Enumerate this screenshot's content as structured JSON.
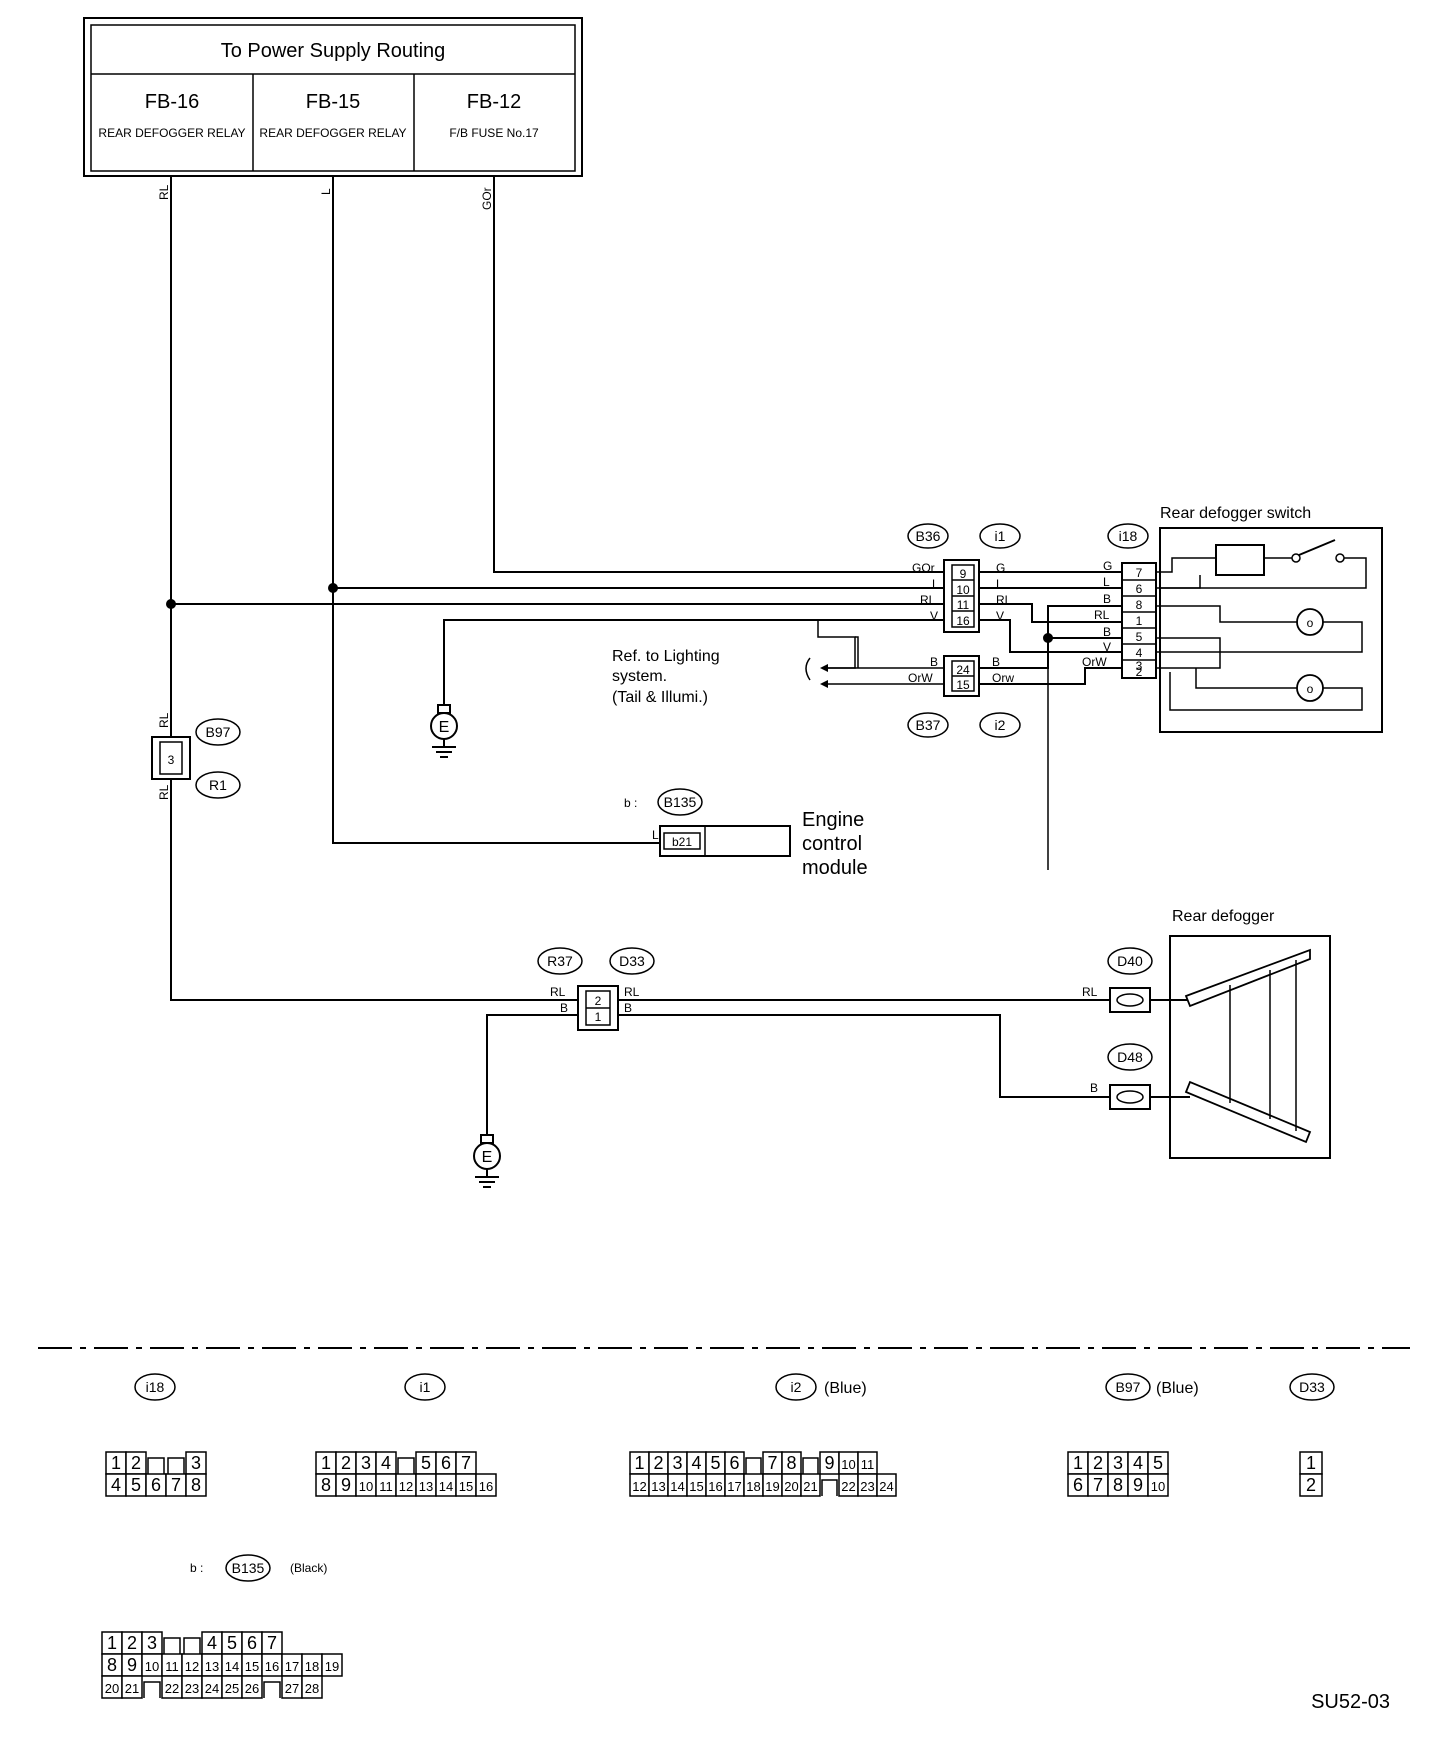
{
  "power_supply": {
    "title": "To Power Supply Routing",
    "cells": [
      {
        "code": "FB-16",
        "desc": "REAR DEFOGGER RELAY"
      },
      {
        "code": "FB-15",
        "desc": "REAR DEFOGGER RELAY"
      },
      {
        "code": "FB-12",
        "desc": "F/B FUSE No.17"
      }
    ]
  },
  "wires": {
    "rl": "RL",
    "l": "L",
    "gor": "GOr",
    "g": "G",
    "b": "B",
    "v": "V",
    "orw": "OrW",
    "orw_lower": "Orw"
  },
  "connectors": {
    "b36": "B36",
    "i1": "i1",
    "i18": "i18",
    "b37": "B37",
    "i2": "i2",
    "b97": "B97",
    "r1": "R1",
    "b135": "B135",
    "r37": "R37",
    "d33": "D33",
    "d40": "D40",
    "d48": "D48"
  },
  "pins": {
    "b36": [
      "9",
      "10",
      "11",
      "16"
    ],
    "b37": [
      "24",
      "15"
    ],
    "i18": [
      "7",
      "6",
      "8",
      "1",
      "5",
      "4",
      "3",
      "2"
    ],
    "b97": "3",
    "b135": "b21",
    "r37": [
      "2",
      "1"
    ]
  },
  "labels": {
    "rear_defogger_switch": "Rear defogger switch",
    "rear_defogger": "Rear defogger",
    "ref_lighting": [
      "Ref. to Lighting",
      "system.",
      "(Tail & Illumi.)"
    ],
    "ecm": [
      "Engine",
      "control",
      "module"
    ],
    "b_prefix": "b :",
    "ground": "E",
    "figure_id": "SU52-03"
  },
  "legend": {
    "i18": {
      "name": "i18",
      "color": "",
      "rows": [
        [
          "1",
          "2",
          "",
          "",
          "3"
        ],
        [
          "4",
          "5",
          "6",
          "7",
          "8"
        ]
      ]
    },
    "i1": {
      "name": "i1",
      "color": "",
      "rows": [
        [
          "1",
          "2",
          "3",
          "4",
          "",
          "5",
          "6",
          "7"
        ],
        [
          "8",
          "9",
          "10",
          "11",
          "12",
          "13",
          "14",
          "15",
          "16"
        ]
      ]
    },
    "i2": {
      "name": "i2",
      "color": "(Blue)",
      "rows": [
        [
          "1",
          "2",
          "3",
          "4",
          "5",
          "6",
          "",
          "7",
          "8",
          "",
          "9",
          "10",
          "11"
        ],
        [
          "12",
          "13",
          "14",
          "15",
          "16",
          "17",
          "18",
          "19",
          "20",
          "21",
          "",
          "22",
          "23",
          "24"
        ]
      ]
    },
    "b97": {
      "name": "B97",
      "color": "(Blue)",
      "rows": [
        [
          "1",
          "2",
          "3",
          "4",
          "5"
        ],
        [
          "6",
          "7",
          "8",
          "9",
          "10"
        ]
      ]
    },
    "d33": {
      "name": "D33",
      "color": "",
      "rows": [
        [
          "1"
        ],
        [
          "2"
        ]
      ]
    },
    "b135": {
      "name": "B135",
      "prefix": "b :",
      "color": "(Black)",
      "rows": [
        [
          "1",
          "2",
          "3",
          "",
          "",
          "4",
          "5",
          "6",
          "7"
        ],
        [
          "8",
          "9",
          "10",
          "11",
          "12",
          "13",
          "14",
          "15",
          "16",
          "17",
          "18",
          "19"
        ],
        [
          "20",
          "21",
          "",
          "22",
          "23",
          "24",
          "25",
          "26",
          "",
          "27",
          "28"
        ]
      ]
    }
  }
}
